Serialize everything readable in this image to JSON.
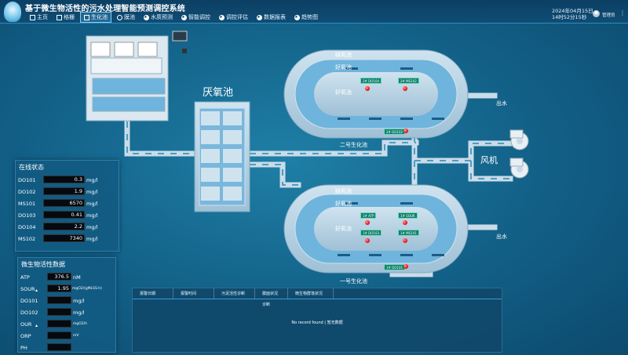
{
  "app": {
    "title": "基于微生物活性的污水处理智能预测调控系统"
  },
  "nav": [
    {
      "label": "主页",
      "icon": "home-icon"
    },
    {
      "label": "格栅",
      "icon": "grid-icon"
    },
    {
      "label": "生化池",
      "icon": "building-icon",
      "active": true
    },
    {
      "label": "膜池",
      "icon": "users-icon"
    },
    {
      "label": "水质预测",
      "icon": "pie-chart-icon"
    },
    {
      "label": "智能调控",
      "icon": "pie-chart-icon"
    },
    {
      "label": "调控评估",
      "icon": "pie-chart-icon"
    },
    {
      "label": "数据报表",
      "icon": "pie-chart-icon"
    },
    {
      "label": "趋势图",
      "icon": "pie-chart-icon"
    }
  ],
  "header": {
    "date": "2024年04月15日",
    "time": "14时52分15秒",
    "user": "管理员"
  },
  "diagram": {
    "anaerobic": "厌氧池",
    "tank2": {
      "anoxic": "缺氧池",
      "aerobic_top": "好氧池",
      "aerobic": "好氧池",
      "name": "二号生化池",
      "outlet": "出水",
      "tags": [
        "2# DO104",
        "2# MS102",
        "2# DO102"
      ]
    },
    "tank1": {
      "anoxic": "缺氧池",
      "aerobic_top": "好氧池",
      "aerobic": "好氧池",
      "name": "一号生化池",
      "outlet": "出水",
      "tags": [
        "1# ATP",
        "1# SOUR",
        "1# DO103",
        "1# MS101",
        "1# DO101"
      ]
    },
    "blower": "风机"
  },
  "online": {
    "title": "在线状态",
    "rows": [
      {
        "name": "DO101",
        "value": "0.3",
        "unit": "mg/l"
      },
      {
        "name": "DO102",
        "value": "1.9",
        "unit": "mg/l"
      },
      {
        "name": "MS101",
        "value": "6570",
        "unit": "mg/l"
      },
      {
        "name": "DO103",
        "value": "0.41",
        "unit": "mg/l"
      },
      {
        "name": "DO104",
        "value": "2.2",
        "unit": "mg/l"
      },
      {
        "name": "MS102",
        "value": "7340",
        "unit": "mg/l"
      }
    ]
  },
  "micro": {
    "title": "微生物活性数据",
    "rows": [
      {
        "name": "ATP",
        "value": "376.5",
        "unit": "nM"
      },
      {
        "name": "SOUR",
        "value": "1.95",
        "unit": "mgO2/(gMLSS·h)"
      },
      {
        "name": "DO101",
        "value": "",
        "unit": "mg/l"
      },
      {
        "name": "DO102",
        "value": "",
        "unit": "mg/l"
      },
      {
        "name": "OUR",
        "value": "",
        "unit": "mgO2/h"
      },
      {
        "name": "ORP",
        "value": "",
        "unit": "mV"
      },
      {
        "name": "PH",
        "value": "",
        "unit": ""
      }
    ]
  },
  "table": {
    "headers": [
      "报警日期",
      "报警时间",
      "污泥活性诊断",
      "膜面状况诊断",
      "微生物群落状况"
    ],
    "empty": "No record found | 暂无数据"
  },
  "colors": {
    "pipe": "#c9dce8",
    "tank": "#a9c8dc",
    "alarm": "#e11111",
    "tag": "#12806a"
  }
}
